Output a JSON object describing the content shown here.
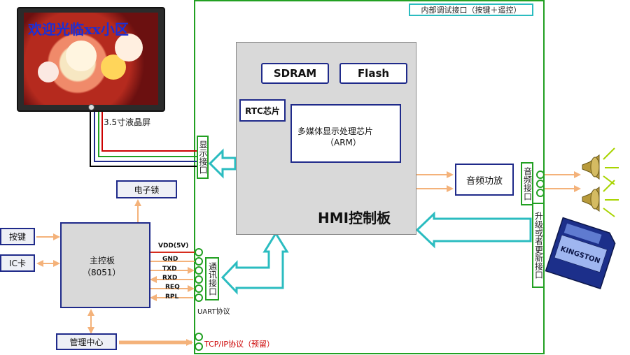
{
  "lcd": {
    "screen_title": "欢迎光临xx小区",
    "caption": "3.5寸液晶屏"
  },
  "hmi_board": {
    "title": "HMI控制板",
    "debug_port": "内部调试接口（按键＋遥控）",
    "sdram": "SDRAM",
    "flash": "Flash",
    "rtc": "RTC芯片",
    "processor_line1": "多媒体显示处理芯片",
    "processor_line2": "（ARM）",
    "audio_amp": "音频功放",
    "display_interface": "显示接口",
    "comm_interface": "通讯接口",
    "audio_interface": "音频接口",
    "upgrade_interface": "升级或者更新接口"
  },
  "main_board": {
    "title_line1": "主控板",
    "title_line2": "（8051）",
    "pins": [
      "VDD(5V)",
      "GND",
      "TXD",
      "RXD",
      "REQ",
      "RPL"
    ],
    "uart_label": "UART协议"
  },
  "peripherals": {
    "electronic_lock": "电子锁",
    "keys": "按键",
    "ic_card": "IC卡",
    "management_center": "管理中心",
    "tcpip_label": "TCP/IP协议（预留）"
  },
  "sd_card": {
    "text": "KINGSTON"
  },
  "colors": {
    "navy": "#1f2a8a",
    "green": "#22a022",
    "cyan": "#2bbcc0",
    "orange": "#f4b27a",
    "panel_gray": "#d9d9d9",
    "red": "#cc0000"
  }
}
